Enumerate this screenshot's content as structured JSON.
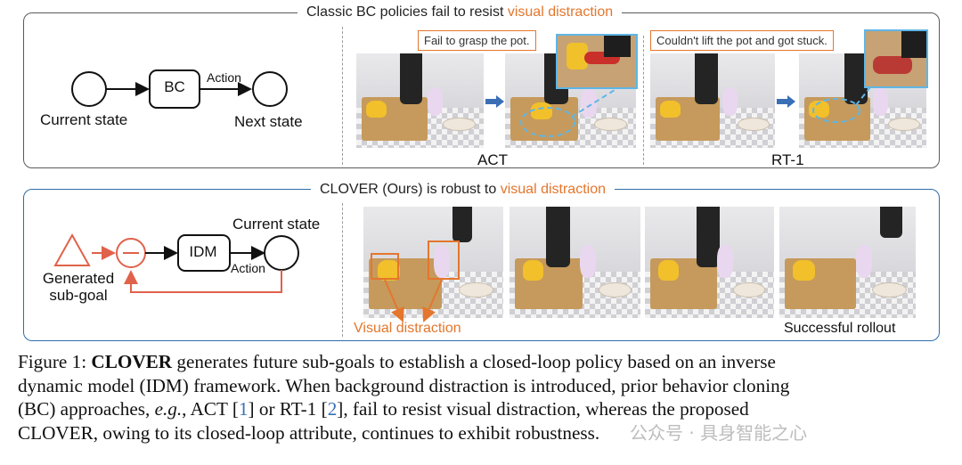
{
  "top_panel": {
    "title_prefix": "Classic BC policies fail to resist ",
    "title_highlight": "visual distraction",
    "diagram": {
      "bc_label": "BC",
      "action_label": "Action",
      "current_state": "Current state",
      "next_state": "Next state"
    },
    "callout_act": "Fail to grasp the pot.",
    "callout_rt1": "Couldn't lift the pot and got stuck.",
    "method_act": "ACT",
    "method_rt1": "RT-1"
  },
  "bottom_panel": {
    "title_prefix": "CLOVER (Ours) is robust to ",
    "title_highlight": "visual distraction",
    "diagram": {
      "idm_label": "IDM",
      "action_label": "Action",
      "current_state": "Current state",
      "generated_line1": "Generated",
      "generated_line2": "sub-goal"
    },
    "visual_distraction_label": "Visual distraction",
    "successful_rollout": "Successful rollout"
  },
  "caption": {
    "fig_label": "Figure 1: ",
    "model_name": "CLOVER",
    "line1_rest": " generates future sub-goals to establish a closed-loop policy based on an inverse",
    "line2": "dynamic model (IDM) framework. When background distraction is introduced, prior behavior cloning",
    "line3_a": "(BC) approaches, ",
    "line3_eg": "e.g.",
    "line3_b": ", ACT [",
    "ref1": "1",
    "line3_c": "] or RT-1 [",
    "ref2": "2",
    "line3_d": "], fail to resist visual distraction, whereas the proposed",
    "line4": "CLOVER, owing to its closed-loop attribute, continues to exhibit robustness."
  },
  "watermark": "公众号 · 具身智能之心",
  "colors": {
    "accent_orange": "#e4762d",
    "panel_blue": "#2d6ea8",
    "arrow_blue": "#3a6fb6"
  }
}
